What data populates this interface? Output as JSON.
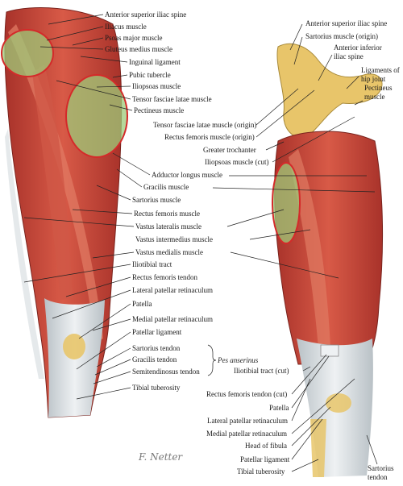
{
  "left_view_labels": [
    "Anterior superior iliac spine",
    "Iliacus muscle",
    "Psoas major muscle",
    "Gluteus medius muscle",
    "Inguinal ligament",
    "Pubic tubercle",
    "Iliopsoas muscle",
    "Tensor fasciae latae muscle",
    "Pectineus muscle",
    "Adductor longus muscle",
    "Gracilis muscle",
    "Sartorius muscle",
    "Rectus femoris muscle",
    "Vastus lateralis muscle",
    "Vastus intermedius muscle",
    "Vastus medialis muscle",
    "Iliotibial tract",
    "Rectus femoris tendon",
    "Lateral patellar retinaculum",
    "Patella",
    "Medial patellar retinaculum",
    "Patellar ligament",
    "Sartorius tendon",
    "Gracilis tendon",
    "Semitendinosus tendon",
    "Tibial tuberosity"
  ],
  "pes_anserinus": "Pes anserinus",
  "right_view_labels": [
    "Anterior superior iliac spine",
    "Sartorius muscle (origin)",
    "Anterior inferior iliac spine",
    "Ligaments of hip joint",
    "Pectineus muscle",
    "Tensor fasciae latae muscle (origin)",
    "Rectus femoris muscle (origin)",
    "Greater trochanter",
    "Iliopsoas muscle (cut)",
    "Iliotibial tract (cut)",
    "Rectus femoris tendon (cut)",
    "Patella",
    "Lateral patellar retinaculum",
    "Medial patellar retinaculum",
    "Head of fibula",
    "Patellar ligament",
    "Tibial tuberosity",
    "Sartorius tendon"
  ],
  "signature": "F. Netter",
  "colors": {
    "muscle": "#c9473a",
    "muscle_dark": "#a8322a",
    "muscle_light": "#e07a63",
    "tendon": "#dfe3e6",
    "bone": "#e8c56a",
    "highlight_fill": "#9ecb7a",
    "highlight_stroke": "#d42a2a",
    "leader": "#222222"
  }
}
